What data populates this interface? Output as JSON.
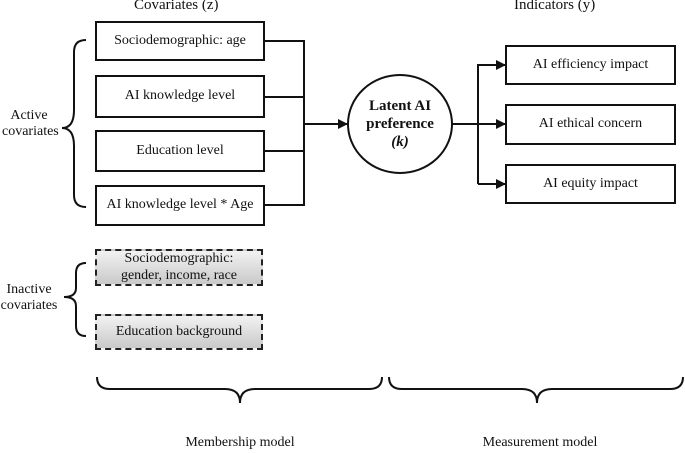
{
  "headers": {
    "covariates": "Covariates (z)",
    "indicators": "Indicators (y)"
  },
  "side_labels": {
    "active_line1": "Active",
    "active_line2": "covariates",
    "inactive_line1": "Inactive",
    "inactive_line2": "covariates"
  },
  "active_covariates": [
    "Sociodemographic: age",
    "AI knowledge level",
    "Education level",
    "AI knowledge level * Age"
  ],
  "inactive_covariates": {
    "socio_line1": "Sociodemographic:",
    "socio_line2": "gender, income, race",
    "education": "Education background"
  },
  "latent": {
    "line1": "Latent AI",
    "line2": "preference",
    "symbol": "(k)"
  },
  "indicators": [
    "AI efficiency impact",
    "AI ethical concern",
    "AI equity impact"
  ],
  "bottom_labels": {
    "membership": "Membership model",
    "measurement": "Measurement model"
  }
}
